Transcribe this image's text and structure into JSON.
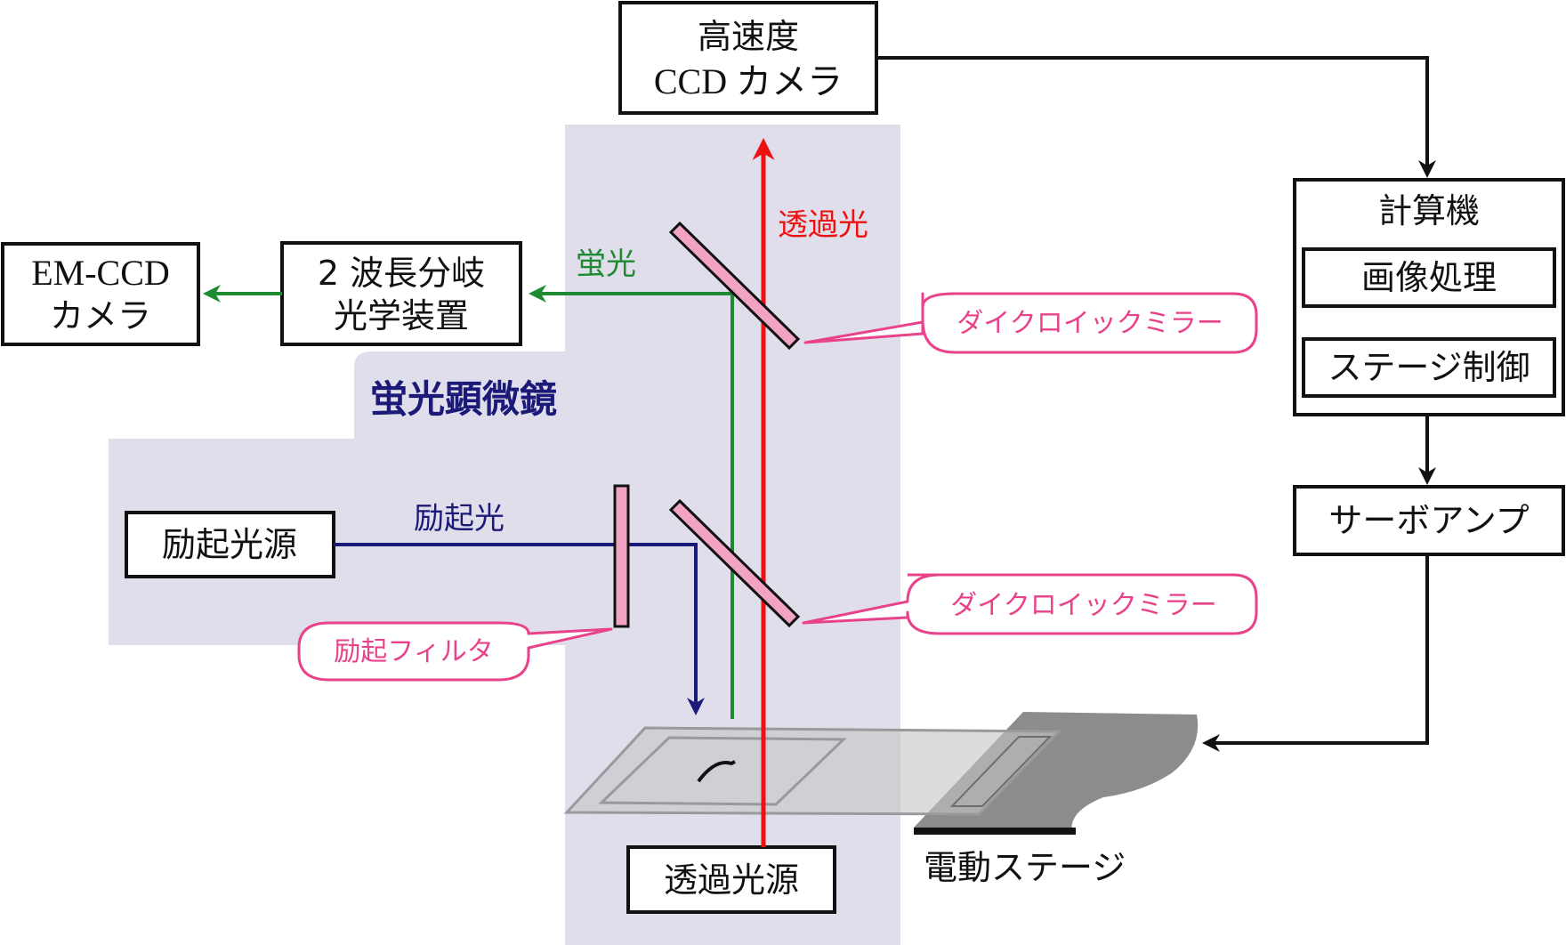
{
  "colors": {
    "scope_bg": "#e0deeb",
    "red": "#ee1111",
    "green": "#1e8a32",
    "navy": "#1b1a78",
    "pink": "#e8428a",
    "mirror_fill": "#f2a3c4",
    "stage": "#8c8c8c",
    "black": "#111111"
  },
  "boxes": {
    "high_speed_camera": {
      "line1": "高速度",
      "line2": "CCD カメラ"
    },
    "computer": {
      "title": "計算機",
      "image_processing": "画像処理",
      "stage_control": "ステージ制御"
    },
    "servo_amp": "サーボアンプ",
    "em_ccd": {
      "line1": "EM-CCD",
      "line2": "カメラ"
    },
    "dual_wave": {
      "line1": "2 波長分岐",
      "line2": "光学装置"
    },
    "excitation_source": "励起光源",
    "transmitted_source": "透過光源"
  },
  "labels": {
    "transmitted_light": "透過光",
    "fluorescence": "蛍光",
    "excitation_light": "励起光",
    "microscope": "蛍光顕微鏡",
    "motorized_stage": "電動ステージ"
  },
  "callouts": {
    "dichroic_upper": "ダイクロイックミラー",
    "dichroic_lower": "ダイクロイックミラー",
    "excitation_filter": "励起フィルタ"
  }
}
